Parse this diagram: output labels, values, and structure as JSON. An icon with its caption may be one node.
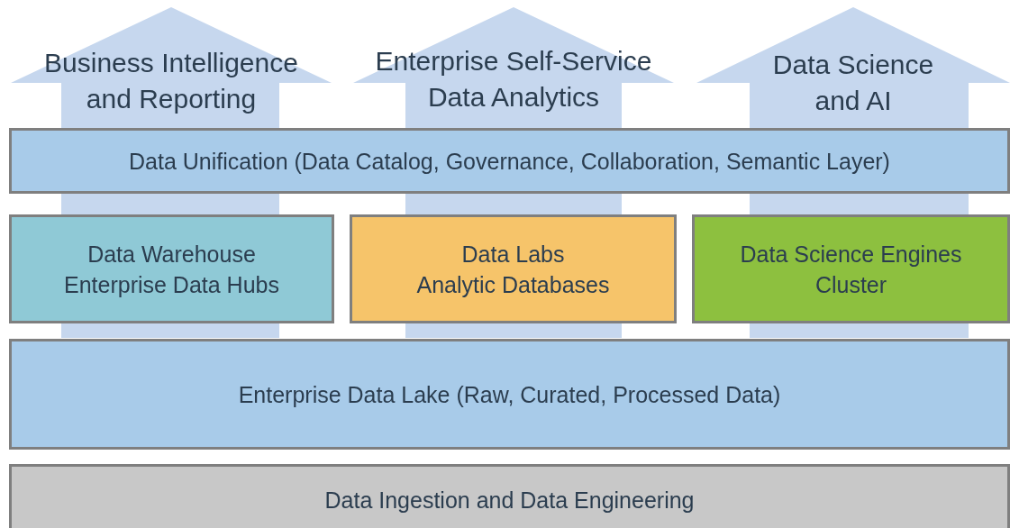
{
  "diagram": {
    "nodes": [
      {
        "text": [
          "Business Intelligence and Reporting"
        ]
      },
      {
        "text": [
          "Enterprise Self-Service Data Analytics"
        ]
      },
      {
        "text": [
          "Data Science and AI"
        ]
      },
      {
        "text": [
          "Data Unification (Data Catalog, Governance, Collaboration, Semantic Layer)"
        ]
      },
      {
        "text": [
          "Data Warehouse",
          "Enterprise Data Hubs"
        ]
      },
      {
        "text": [
          "Data Labs",
          "Analytic Databases"
        ]
      },
      {
        "text": [
          "Data Science Engines",
          "Cluster"
        ]
      },
      {
        "text": [
          "Enterprise Data Lake (Raw, Curated, Processed Data)"
        ]
      },
      {
        "text": [
          "Data Ingestion and Data Engineering"
        ]
      }
    ]
  }
}
